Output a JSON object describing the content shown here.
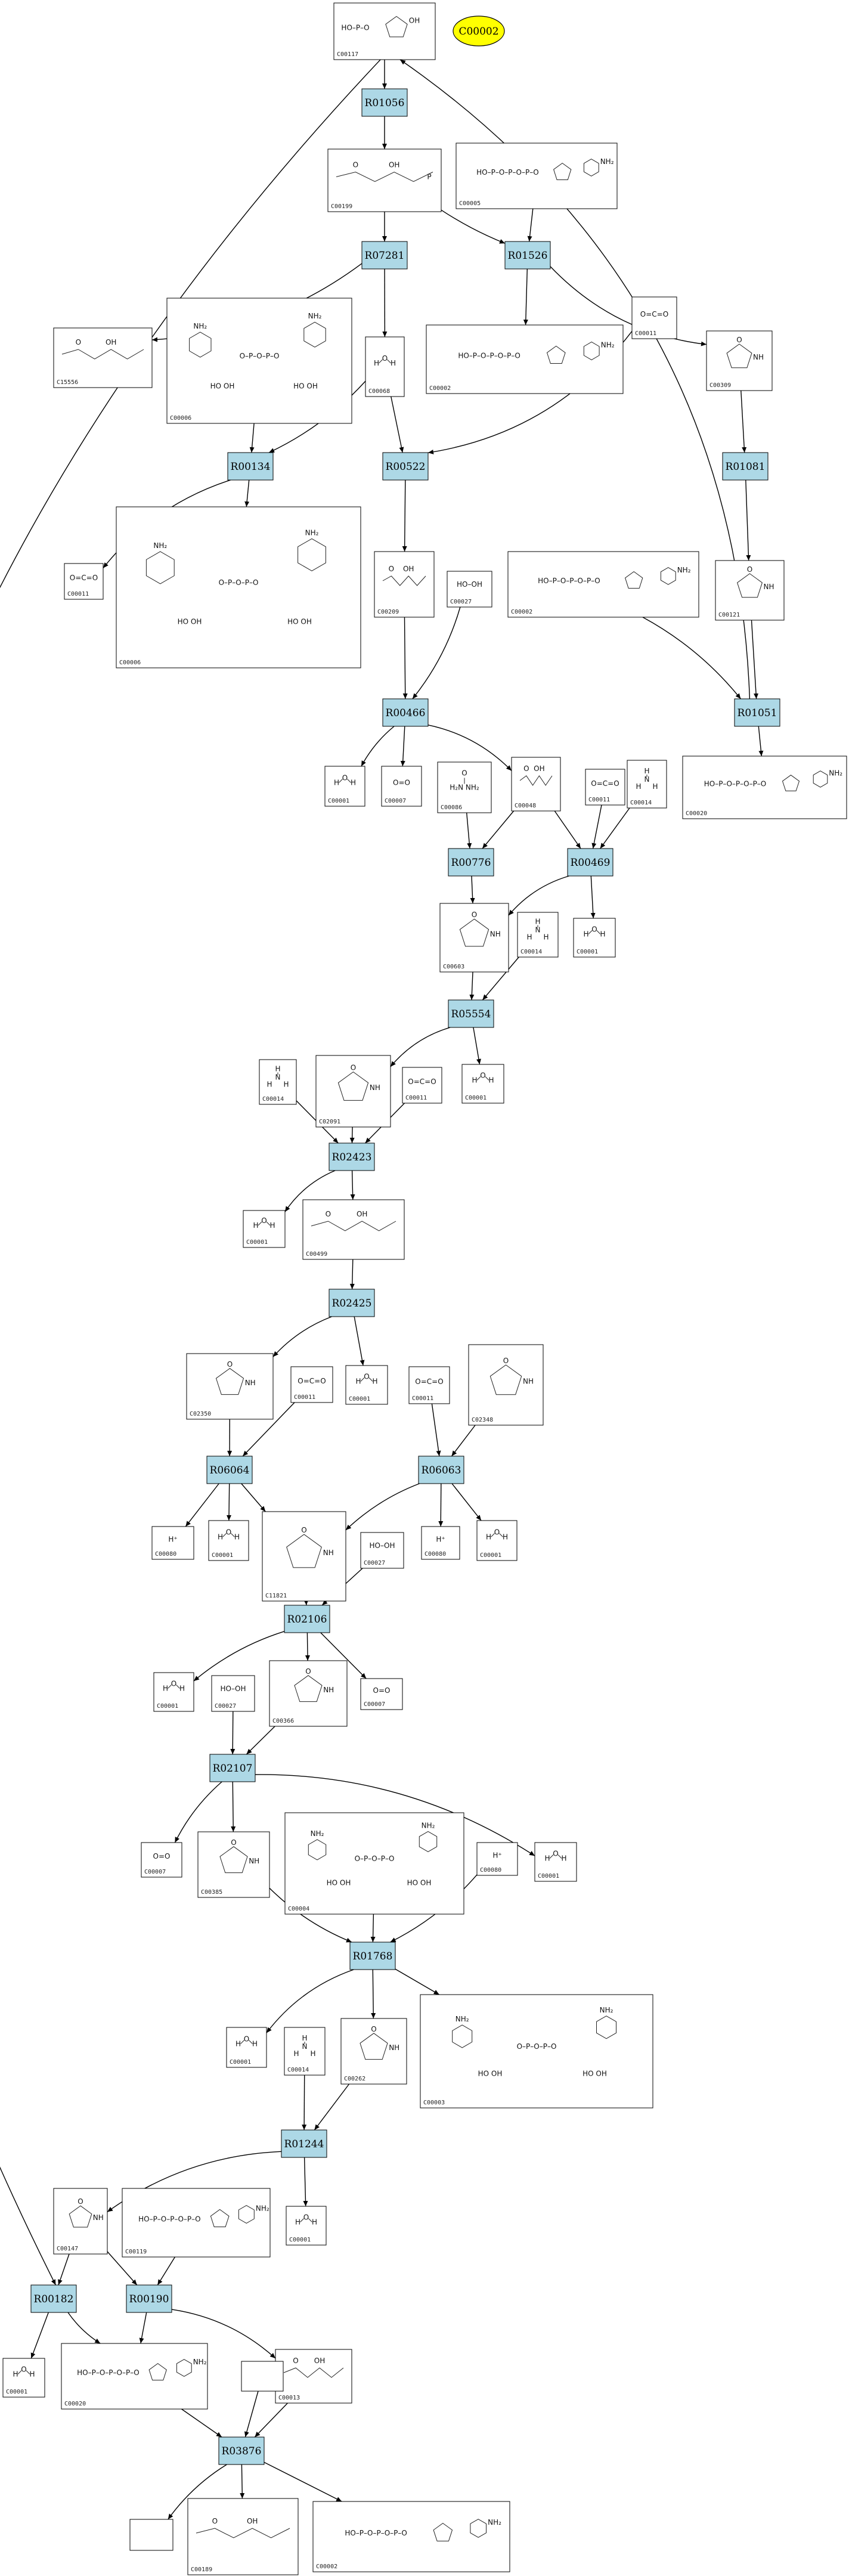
{
  "reactions": [
    {
      "id": "r01056",
      "label": "R01056"
    },
    {
      "id": "r07281",
      "label": "R07281"
    },
    {
      "id": "r01526",
      "label": "R01526"
    },
    {
      "id": "r00134",
      "label": "R00134"
    },
    {
      "id": "r00522",
      "label": "R00522"
    },
    {
      "id": "r01081",
      "label": "R01081"
    },
    {
      "id": "r00466",
      "label": "R00466"
    },
    {
      "id": "r01051",
      "label": "R01051"
    },
    {
      "id": "r00776",
      "label": "R00776"
    },
    {
      "id": "r00469",
      "label": "R00469"
    },
    {
      "id": "r05554",
      "label": "R05554"
    },
    {
      "id": "r02423",
      "label": "R02423"
    },
    {
      "id": "r02425",
      "label": "R02425"
    },
    {
      "id": "r06064",
      "label": "R06064"
    },
    {
      "id": "r06063",
      "label": "R06063"
    },
    {
      "id": "r02106",
      "label": "R02106"
    },
    {
      "id": "r02107",
      "label": "R02107"
    },
    {
      "id": "r01768",
      "label": "R01768"
    },
    {
      "id": "r01244",
      "label": "R01244"
    },
    {
      "id": "r00182",
      "label": "R00182"
    },
    {
      "id": "r00190",
      "label": "R00190"
    },
    {
      "id": "r03876",
      "label": "R03876"
    }
  ],
  "target": {
    "label": "C00002"
  },
  "compounds": [
    {
      "id": "c00117_a",
      "code": "C00117",
      "formula": "HO-P(O)(OH)-O-ribose-OH"
    },
    {
      "id": "c00199",
      "code": "C00199",
      "formula": "OH OH  O-P(O)(OH)OH"
    },
    {
      "id": "c00005_top",
      "code": "C00005",
      "formula": "HO-P(O)(OH)-O-…-NH2"
    },
    {
      "id": "c15556",
      "code": "C15556",
      "formula": "H3C-C(O)-…-P(O)(OH)OH"
    },
    {
      "id": "c00006_a",
      "code": "C00006",
      "formula": "NAD(P)+ structure"
    },
    {
      "id": "c00068",
      "code": "C00068",
      "formula": "O H-O-H"
    },
    {
      "id": "c00002_a",
      "code": "C00002",
      "formula": "HO-P-O-P-O-P-O-ribose-adenine"
    },
    {
      "id": "c00011_a",
      "code": "C00011",
      "formula": "O=C=O"
    },
    {
      "id": "c00309",
      "code": "C00309",
      "formula": "ribose"
    },
    {
      "id": "c00011_b",
      "code": "C00011",
      "formula": "O=C=O"
    },
    {
      "id": "c00006_b",
      "code": "C00006",
      "formula": "NADP+ structure"
    },
    {
      "id": "c00209",
      "code": "C00209",
      "formula": "HO-C(O)-C(O)-OH"
    },
    {
      "id": "c00027_a",
      "code": "C00027",
      "formula": "HO-OH"
    },
    {
      "id": "c00002_b",
      "code": "C00002",
      "formula": "ATP structure"
    },
    {
      "id": "c00121",
      "code": "C00121",
      "formula": "D-ribose"
    },
    {
      "id": "c00001_a",
      "code": "C00001",
      "formula": "H-O-H"
    },
    {
      "id": "c00007_a",
      "code": "C00007",
      "formula": "O=O"
    },
    {
      "id": "c00086",
      "code": "C00086",
      "formula": "H2N-C(O)-NH2"
    },
    {
      "id": "c00048",
      "code": "C00048",
      "formula": "O-C(O)-OH"
    },
    {
      "id": "c00011_c",
      "code": "C00011",
      "formula": "O=C=O"
    },
    {
      "id": "c00014_a",
      "code": "C00014",
      "formula": "H-N-H"
    },
    {
      "id": "c00020_top",
      "code": "C00020",
      "formula": "AMP structure"
    },
    {
      "id": "c00603",
      "code": "C00603",
      "formula": "ureidoglycine"
    },
    {
      "id": "c00014_b",
      "code": "C00014",
      "formula": "H-N-H"
    },
    {
      "id": "c00001_b",
      "code": "C00001",
      "formula": "H-O-H"
    },
    {
      "id": "c00014_c",
      "code": "C00014",
      "formula": "H-N-H"
    },
    {
      "id": "c02091",
      "code": "C02091",
      "formula": "ureidoglycolate"
    },
    {
      "id": "c00011_d",
      "code": "C00011",
      "formula": "O=C=O"
    },
    {
      "id": "c00001_c",
      "code": "C00001",
      "formula": "H-O-H"
    },
    {
      "id": "c00001_d",
      "code": "C00001",
      "formula": "H-O-H"
    },
    {
      "id": "c00499",
      "code": "C00499",
      "formula": "allantoate"
    },
    {
      "id": "c02350",
      "code": "C02350",
      "formula": "allantoin"
    },
    {
      "id": "c00011_e",
      "code": "C00011",
      "formula": "O=C=O"
    },
    {
      "id": "c00001_e",
      "code": "C00001",
      "formula": "H-O-H"
    },
    {
      "id": "c00011_f",
      "code": "C00011",
      "formula": "O=C=O"
    },
    {
      "id": "c02348",
      "code": "C02348",
      "formula": "(S)-allantoin"
    },
    {
      "id": "c00080_a",
      "code": "C00080",
      "formula": "H+"
    },
    {
      "id": "c00001_f",
      "code": "C00001",
      "formula": "H-O-H"
    },
    {
      "id": "c11821",
      "code": "C11821",
      "formula": "5-hydroxyisourate"
    },
    {
      "id": "c00027_b",
      "code": "C00027",
      "formula": "HO-OH"
    },
    {
      "id": "c00080_b",
      "code": "C00080",
      "formula": "H+"
    },
    {
      "id": "c00001_g",
      "code": "C00001",
      "formula": "H-O-H"
    },
    {
      "id": "c00001_h",
      "code": "C00001",
      "formula": "H-O-H"
    },
    {
      "id": "c00027_c",
      "code": "C00027",
      "formula": "HO-OH"
    },
    {
      "id": "c00366",
      "code": "C00366",
      "formula": "urate"
    },
    {
      "id": "c00007_b",
      "code": "C00007",
      "formula": "O=O"
    },
    {
      "id": "c00007_c",
      "code": "C00007",
      "formula": "O=O"
    },
    {
      "id": "c00385",
      "code": "C00385",
      "formula": "xanthine"
    },
    {
      "id": "c00004",
      "code": "C00004",
      "formula": "NADH structure"
    },
    {
      "id": "c00080_c",
      "code": "C00080",
      "formula": "H+"
    },
    {
      "id": "c00001_i",
      "code": "C00001",
      "formula": "H-O-H"
    },
    {
      "id": "c00001_j",
      "code": "C00001",
      "formula": "H-O-H"
    },
    {
      "id": "c00014_d",
      "code": "C00014",
      "formula": "H-N-H"
    },
    {
      "id": "c00262",
      "code": "C00262",
      "formula": "hypoxanthine"
    },
    {
      "id": "c00003",
      "code": "C00003",
      "formula": "NAD+ structure"
    },
    {
      "id": "c00001_k",
      "code": "C00001",
      "formula": "H-O-H"
    },
    {
      "id": "c00147",
      "code": "C00147",
      "formula": "adenine"
    },
    {
      "id": "c00119",
      "code": "C00119",
      "formula": "PRPP"
    },
    {
      "id": "c00001_l",
      "code": "C00001",
      "formula": "H-O-H"
    },
    {
      "id": "c00020",
      "code": "C00020",
      "formula": "AMP"
    },
    {
      "id": "c00013",
      "code": "C00013",
      "formula": "HO-P-O-P-OH"
    },
    {
      "id": "c00189",
      "code": "C00189",
      "formula": "R-NH …"
    },
    {
      "id": "c00002_c",
      "code": "C00002",
      "formula": "ATP"
    },
    {
      "id": "c00003_right",
      "code": "C00003",
      "formula": "NAD+"
    }
  ]
}
